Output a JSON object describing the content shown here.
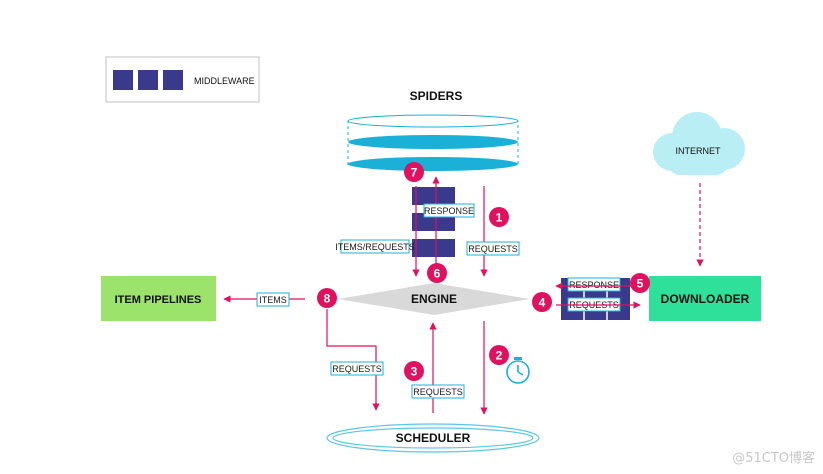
{
  "legend": {
    "label": "MIDDLEWARE"
  },
  "components": {
    "spiders": "SPIDERS",
    "engine": "ENGINE",
    "scheduler": "SCHEDULER",
    "downloader": "DOWNLOADER",
    "item_pipelines": "ITEM PIPELINES",
    "internet": "INTERNET"
  },
  "flow_labels": {
    "requests_1": "REQUESTS",
    "requests_2": "REQUESTS",
    "requests_3": "REQUESTS",
    "requests_4": "REQUESTS",
    "response_5": "RESPONSE",
    "response_6": "RESPONSE",
    "items_requests": "ITEMS/REQUESTS",
    "items": "ITEMS"
  },
  "steps": [
    "1",
    "2",
    "3",
    "4",
    "5",
    "6",
    "7",
    "8"
  ],
  "watermark": "@51CTO博客",
  "colors": {
    "accent": "#e0115f",
    "middleware": "#3a3a8c",
    "spiders": "#1ab0d8",
    "downloader": "#2fe09a",
    "pipelines": "#9be36b",
    "engine": "#d9d9d9",
    "cloud": "#b8eef4",
    "scheduler": "#5ac8e6"
  }
}
